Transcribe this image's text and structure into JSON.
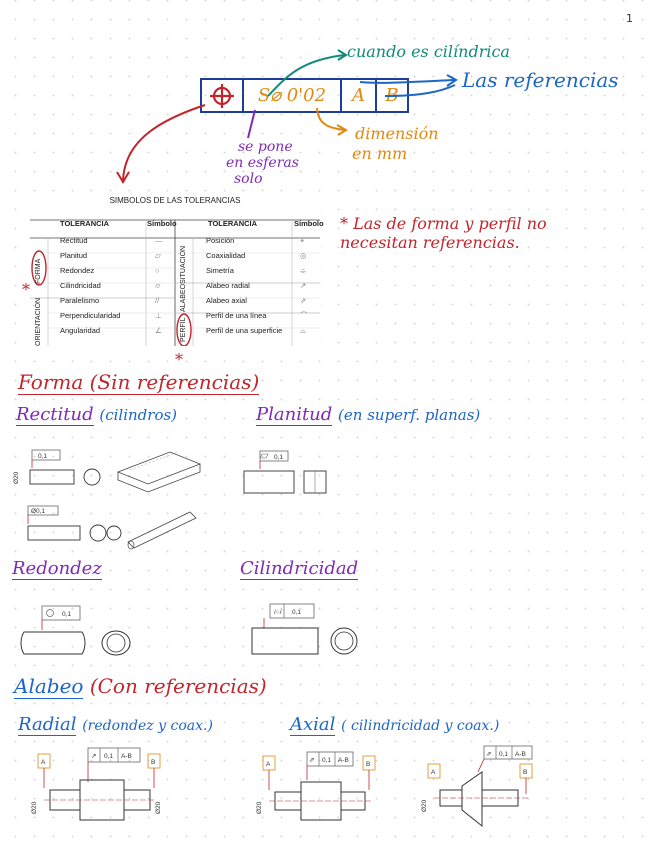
{
  "page_number": "1",
  "annotations": {
    "cilindrica": "cuando es cilíndrica",
    "referencias": "Las referencias",
    "esferas_1": "se pone",
    "esferas_2": "en esferas",
    "esferas_3": "solo",
    "dimension_1": "dimensión",
    "dimension_2": "en mm",
    "note_1": "* Las de forma y perfil no",
    "note_2": "necesitan referencias."
  },
  "fcf": {
    "symbol": "position-icon",
    "tolerance": "S⌀ 0'02",
    "ref_a": "A",
    "ref_b": "B"
  },
  "table": {
    "title": "SIMBOLOS DE LAS TOLERANCIAS",
    "col_tolerancia": "TOLERANCIA",
    "col_simbolo": "Símbolo",
    "left_groups": [
      {
        "label": "FORMA"
      },
      {
        "label": "ORIENTACIÓN"
      }
    ],
    "right_groups": [
      {
        "label": "SITUACIÓN"
      },
      {
        "label": "ALABEO"
      },
      {
        "label": "PERFIL"
      }
    ],
    "left_rows": [
      "Rectitud",
      "Planitud",
      "Redondez",
      "Cilindricidad",
      "Paralelismo",
      "Perpendicularidad",
      "Angularidad"
    ],
    "left_symbols": [
      "—",
      "▱",
      "○",
      "⌭",
      "//",
      "⊥",
      "∠"
    ],
    "right_rows": [
      "Posición",
      "Coaxialidad",
      "Simetría",
      "Alabeo radial",
      "Alabeo axial",
      "Perfil de una línea",
      "Perfil de una superficie"
    ],
    "right_symbols": [
      "⌖",
      "◎",
      "⌯",
      "↗",
      "⇗",
      "⌒",
      "⌓"
    ],
    "star_forma": "*",
    "star_perfil": "*"
  },
  "sections": {
    "forma": "Forma (Sin referencias)",
    "rectitud": "Rectitud",
    "rectitud_note": "(cilindros)",
    "planitud": "Planitud",
    "planitud_note": "(en superf. planas)",
    "redondez": "Redondez",
    "cilindricidad": "Cilindricidad",
    "alabeo": "Alabeo",
    "alabeo_note": "(Con referencias)",
    "radial": "Radial",
    "radial_note": "(redondez y coax.)",
    "axial": "Axial",
    "axial_note": "( cilindricidad y coax.)"
  },
  "drawings": {
    "tol_01": "0,1",
    "tol_01b": "Ø0,1",
    "ref_ab": "A-B",
    "datum_a": "A",
    "datum_b": "B",
    "dim_20": "Ø20",
    "dim_40": "Ø20"
  }
}
